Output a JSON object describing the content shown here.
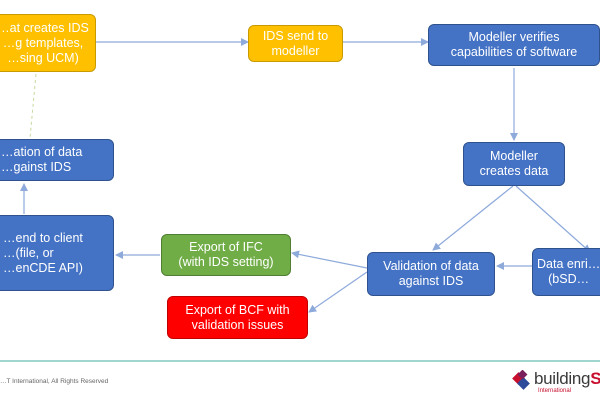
{
  "diagram": {
    "nodes": {
      "client_creates_ids": "…at creates IDS\n…g templates,\n…sing UCM)",
      "ids_send_to_modeller": "IDS send to\nmodeller",
      "modeller_verifies": "Modeller verifies\ncapabilities of software",
      "modeller_creates_data": "Modeller\ncreates data",
      "data_enrichment": "Data enri…\n(bSD…",
      "validation_modeller": "Validation of data\nagainst IDS",
      "export_ifc": "Export of IFC\n(with IDS setting)",
      "export_bcf": "Export of BCF with\nvalidation issues",
      "send_to_client": "…end to client\n…(file, or\n…enCDE API)",
      "validation_client": "…ation of data\n…gainst IDS"
    }
  },
  "footer": {
    "copyright": "…T International, All Rights Reserved",
    "logo_text_main": "building",
    "logo_text_accent": "SM",
    "logo_sub": "International"
  },
  "colors": {
    "blue": "#4472c4",
    "yellow": "#ffc000",
    "green": "#70ad47",
    "red": "#ff0000",
    "arrow": "#8eaadb",
    "footer_line": "#9fd7d0"
  }
}
